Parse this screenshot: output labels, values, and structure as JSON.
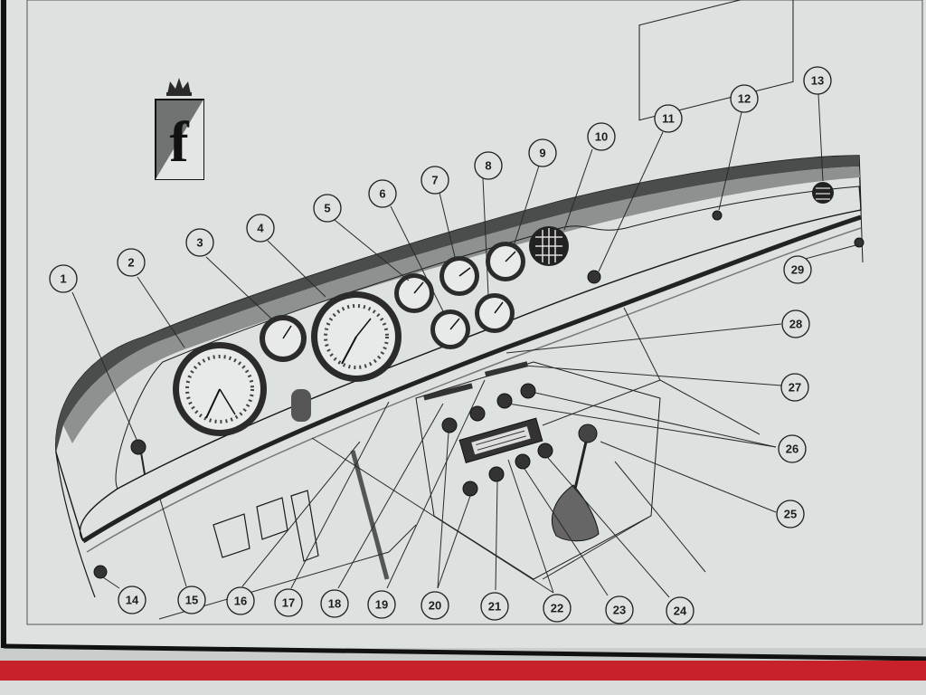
{
  "diagram": {
    "logo_letter": "f",
    "colors": {
      "paper": "#dde1e0",
      "ink": "#1e1e1e",
      "frame": "#111111",
      "red_strip": "#c7222a",
      "logo_box": "#6f7472"
    },
    "callouts": [
      {
        "num": "1",
        "label": "1"
      },
      {
        "num": "2",
        "label": "2"
      },
      {
        "num": "3",
        "label": "3"
      },
      {
        "num": "4",
        "label": "4"
      },
      {
        "num": "5",
        "label": "5"
      },
      {
        "num": "6",
        "label": "6"
      },
      {
        "num": "7",
        "label": "7"
      },
      {
        "num": "8",
        "label": "8"
      },
      {
        "num": "9",
        "label": "9"
      },
      {
        "num": "10",
        "label": "10"
      },
      {
        "num": "11",
        "label": "11"
      },
      {
        "num": "12",
        "label": "12"
      },
      {
        "num": "13",
        "label": "13"
      },
      {
        "num": "14",
        "label": "14"
      },
      {
        "num": "15",
        "label": "15"
      },
      {
        "num": "16",
        "label": "16"
      },
      {
        "num": "17",
        "label": "17"
      },
      {
        "num": "18",
        "label": "18"
      },
      {
        "num": "19",
        "label": "19"
      },
      {
        "num": "20",
        "label": "20"
      },
      {
        "num": "21",
        "label": "21"
      },
      {
        "num": "22",
        "label": "22"
      },
      {
        "num": "23",
        "label": "23"
      },
      {
        "num": "24",
        "label": "24"
      },
      {
        "num": "25",
        "label": "25"
      },
      {
        "num": "26",
        "label": "26"
      },
      {
        "num": "27",
        "label": "27"
      },
      {
        "num": "28",
        "label": "28"
      },
      {
        "num": "29",
        "label": "29"
      }
    ]
  }
}
